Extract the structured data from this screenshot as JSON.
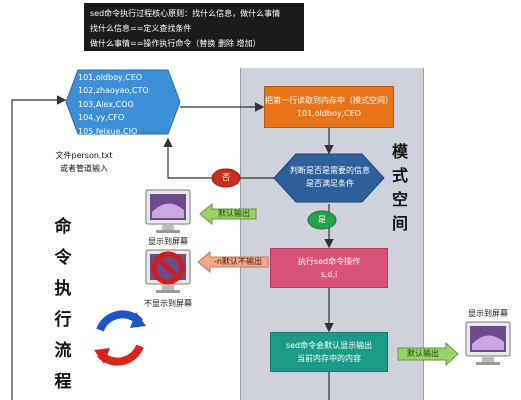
{
  "header": {
    "line1": "sed命令执行过程核心原则：找什么信息，做什么事情",
    "line2": "找什么信息==定义查找条件",
    "line3": "做什么事情==操作执行命令（替换 删除 增加）"
  },
  "mode_space_label": [
    "模",
    "式",
    "空",
    "间"
  ],
  "vertical_title": [
    "命",
    "令",
    "执",
    "行",
    "流",
    "程"
  ],
  "file_lines": [
    "101,oldboy,CEO",
    "102,zhaoyao,CTO",
    "103,Alex,COO",
    "104,yy,CFO",
    "105,feixue,CIO"
  ],
  "file_label": [
    "文件person.txt",
    "或者管道输入"
  ],
  "step1": [
    "把第一行读取到内存中（模式空间）",
    "101,oldboy,CEO"
  ],
  "decision": [
    "判断是否是需要的信息",
    "是否满足条件"
  ],
  "no_label": "否",
  "yes_label": "是",
  "step3": [
    "执行sed命令操作",
    "s,d,i"
  ],
  "step4": [
    "sed命令会默认显示输出",
    "当前内存中的内容"
  ],
  "default_output": "默认输出",
  "n_no_output": "-n默认不输出",
  "show_screen_top": "显示到屏幕",
  "no_show_screen": "不显示到屏幕",
  "default_output_right": "默认输出",
  "show_screen_right": "显示到屏幕",
  "colors": {
    "hex_blue": "#3d8fd6",
    "step1_orange": "#e8741a",
    "decision_blue": "#2d5f9a",
    "exec_pink": "#d8527a",
    "output_teal": "#1c9c86",
    "no_red": "#c8301c",
    "yes_green": "#23a34a",
    "arrow_light_green": "#98d36a",
    "arrow_salmon": "#f4a78b"
  },
  "icons": [
    "monitor-icon",
    "no-sign-icon",
    "refresh-icon"
  ]
}
